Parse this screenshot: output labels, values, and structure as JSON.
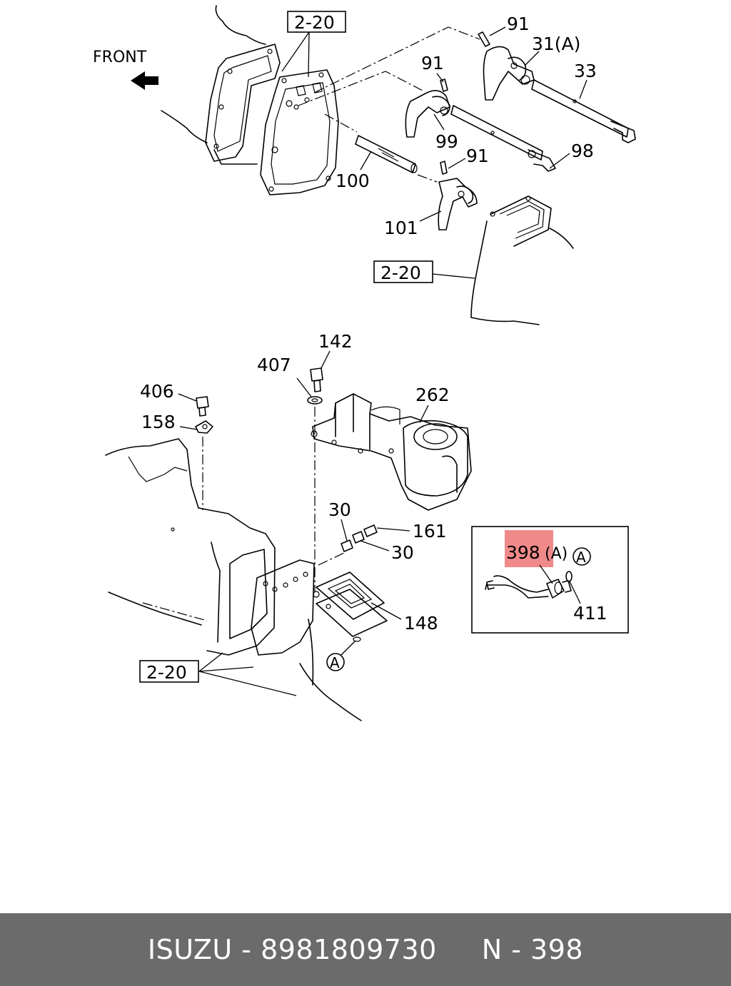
{
  "diagram": {
    "front_label": "FRONT",
    "ref_group": "2-20",
    "callouts": {
      "p91a": "91",
      "p31a": "31(A)",
      "p33": "33",
      "p91b": "91",
      "p99": "99",
      "p98": "98",
      "p91c": "91",
      "p100": "100",
      "p101": "101",
      "p142": "142",
      "p407": "407",
      "p406": "406",
      "p262": "262",
      "p158": "158",
      "p30a": "30",
      "p161": "161",
      "p30b": "30",
      "p148": "148",
      "p398": "398",
      "p398_suffix": "(A)",
      "p411": "411",
      "detail_a": "A",
      "marker_a": "A"
    },
    "highlight_color": "#f08a8a"
  },
  "footer": {
    "text": "ISUZU - 8981809730     N - 398",
    "background": "#6b6b6b"
  }
}
